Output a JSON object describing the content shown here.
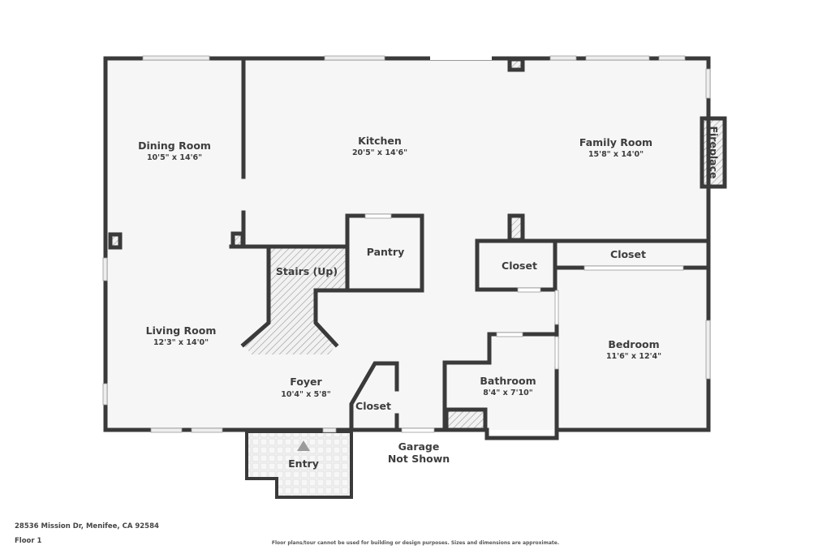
{
  "plan": {
    "colors": {
      "wall": "#3a3a3a",
      "floor": "#f6f6f6",
      "hatch": "#9a9a9a",
      "window": "#e8e8e8",
      "entry_tile": "#e4e4e4",
      "arrow": "#9a9a9a"
    },
    "rooms": [
      {
        "id": "dining-room",
        "name": "Dining Room",
        "dims": "10'5\" x 14'6\""
      },
      {
        "id": "kitchen",
        "name": "Kitchen",
        "dims": "20'5\" x 14'6\""
      },
      {
        "id": "family-room",
        "name": "Family Room",
        "dims": "15'8\" x 14'0\""
      },
      {
        "id": "fireplace",
        "name": "Fireplace"
      },
      {
        "id": "pantry",
        "name": "Pantry"
      },
      {
        "id": "stairs",
        "name": "Stairs (Up)"
      },
      {
        "id": "closet-hall",
        "name": "Closet"
      },
      {
        "id": "closet-bedroom",
        "name": "Closet"
      },
      {
        "id": "living-room",
        "name": "Living Room",
        "dims": "12'3\" x 14'0\""
      },
      {
        "id": "bedroom",
        "name": "Bedroom",
        "dims": "11'6\" x 12'4\""
      },
      {
        "id": "foyer",
        "name": "Foyer",
        "dims": "10'4\" x 5'8\""
      },
      {
        "id": "closet-foyer",
        "name": "Closet"
      },
      {
        "id": "bathroom",
        "name": "Bathroom",
        "dims": "8'4\" x 7'10\""
      },
      {
        "id": "entry",
        "name": "Entry"
      },
      {
        "id": "garage",
        "name": "Garage",
        "note": "Not Shown"
      }
    ]
  },
  "footer": {
    "address": "28536 Mission Dr, Menifee, CA 92584",
    "floor": "Floor 1",
    "disclaimer": "Floor plans/tour cannot be used for building or design purposes. Sizes and dimensions are approximate."
  }
}
